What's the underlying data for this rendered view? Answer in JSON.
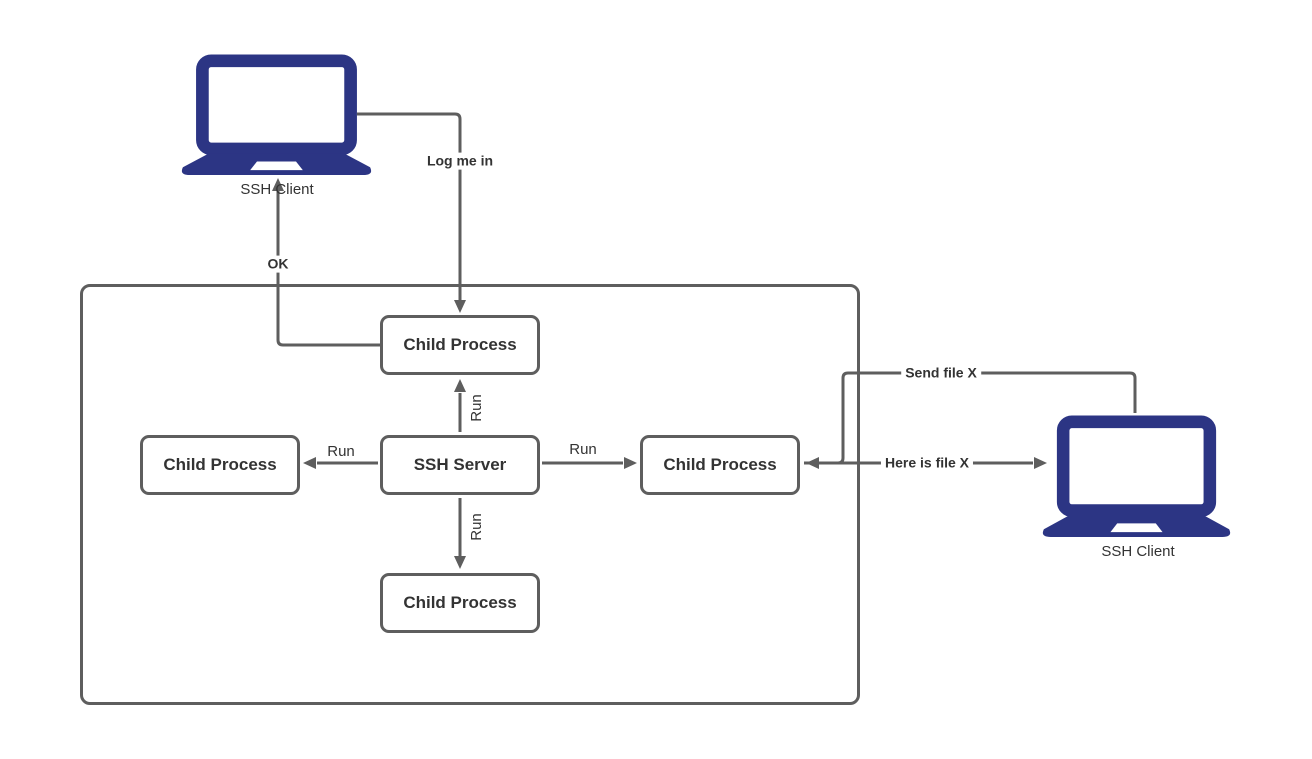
{
  "diagram": {
    "nodes": {
      "client_left": {
        "label": "SSH Client"
      },
      "client_right": {
        "label": "SSH Client"
      },
      "server": {
        "label": "SSH Server"
      },
      "child_top": {
        "label": "Child Process"
      },
      "child_left": {
        "label": "Child Process"
      },
      "child_right": {
        "label": "Child Process"
      },
      "child_bottom": {
        "label": "Child Process"
      }
    },
    "edges": {
      "log_me_in": {
        "label": "Log me in"
      },
      "ok": {
        "label": "OK"
      },
      "run_top": {
        "label": "Run"
      },
      "run_bottom": {
        "label": "Run"
      },
      "run_left": {
        "label": "Run"
      },
      "run_right": {
        "label": "Run"
      },
      "send_file": {
        "label": "Send file X"
      },
      "here_is_file": {
        "label": "Here is file X"
      }
    },
    "colors": {
      "line": "#5e5e5e",
      "text": "#333333",
      "laptop": "#2c3584"
    }
  }
}
